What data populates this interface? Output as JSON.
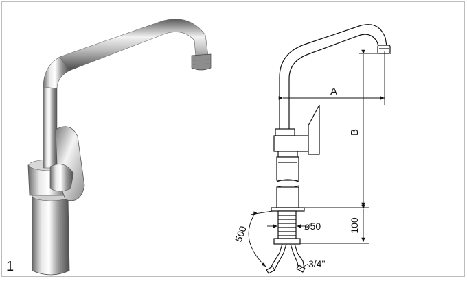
{
  "figure": {
    "number": "1"
  },
  "dimensions": {
    "a_label": "A",
    "b_label": "B",
    "base_height": "100",
    "hose_length": "500",
    "base_diameter": "ø50",
    "thread_size": "3/4\""
  }
}
